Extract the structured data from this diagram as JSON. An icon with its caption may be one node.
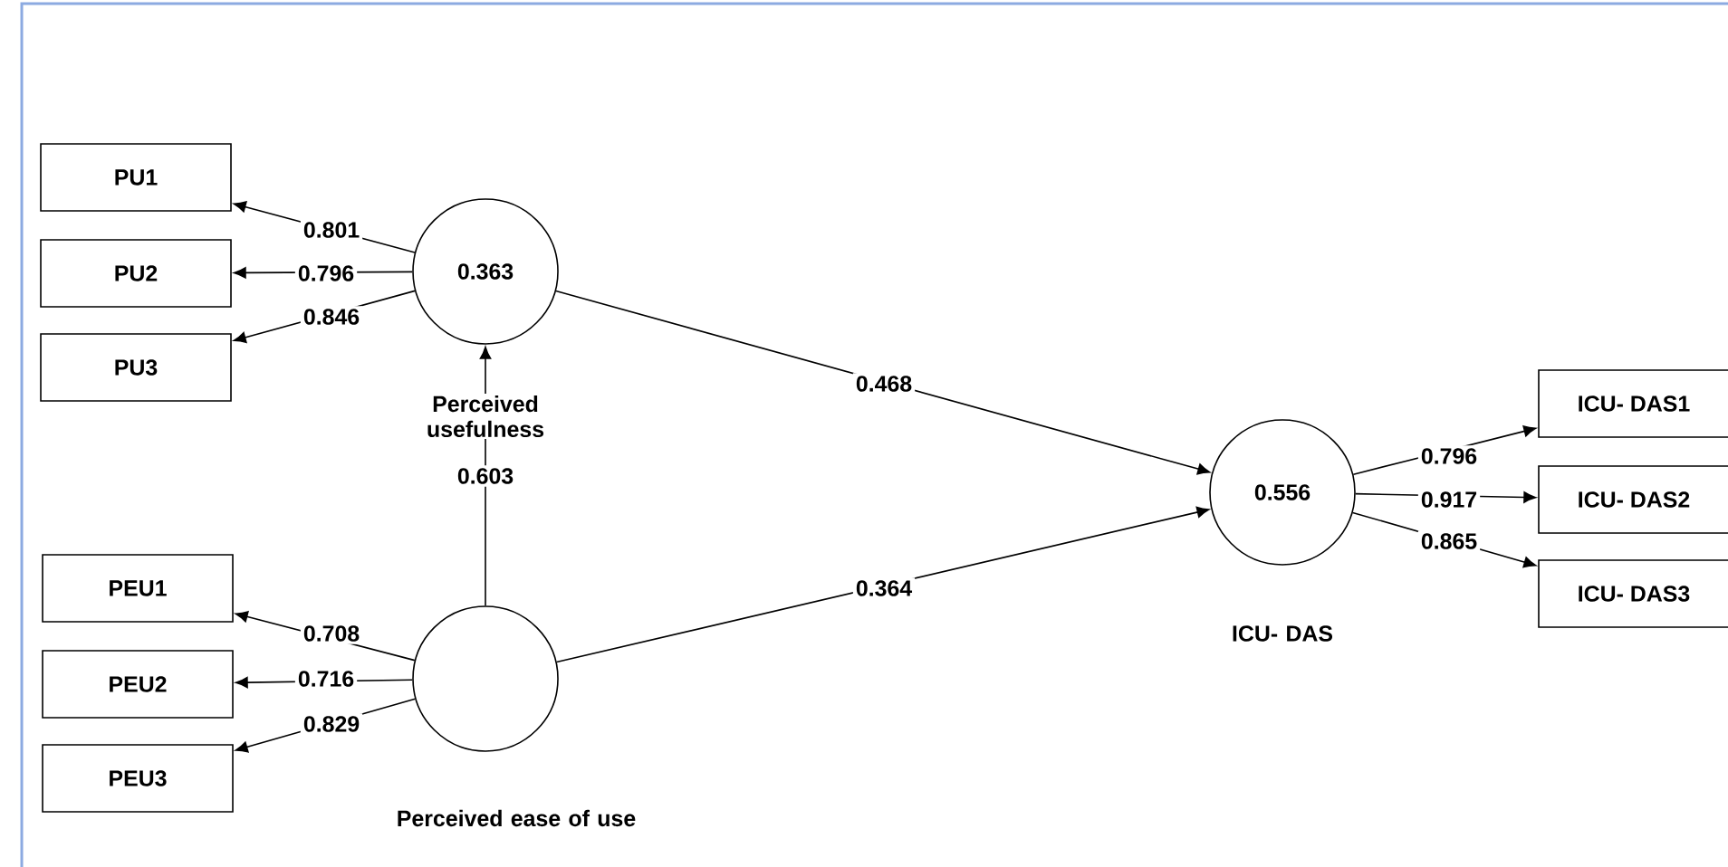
{
  "diagram": {
    "nodes": [
      {
        "text": [
          "PU1"
        ]
      },
      {
        "text": [
          "PU2"
        ]
      },
      {
        "text": [
          "PU3"
        ]
      },
      {
        "text": [
          "0.363"
        ],
        "beside": [
          "Perceived usefulness"
        ]
      },
      {
        "text": [
          "PEU1"
        ]
      },
      {
        "text": [
          "PEU2"
        ]
      },
      {
        "text": [
          "PEU3"
        ]
      },
      {
        "text": [],
        "shape": "circle",
        "beside": [
          "Perceived ease of use"
        ]
      },
      {
        "text": [
          "0.556"
        ],
        "beside": [
          "ICU- DAS"
        ]
      },
      {
        "text": [
          "ICU- DAS1"
        ]
      },
      {
        "text": [
          "ICU- DAS2"
        ]
      },
      {
        "text": [
          "ICU- DAS3"
        ]
      }
    ],
    "edges": [
      {
        "from": 3,
        "to": 0,
        "arrow": "to",
        "label": "0.801"
      },
      {
        "from": 3,
        "to": 1,
        "arrow": "to",
        "label": "0.796"
      },
      {
        "from": 3,
        "to": 2,
        "arrow": "to",
        "label": "0.846"
      },
      {
        "from": 7,
        "to": 4,
        "arrow": "to",
        "label": "0.708"
      },
      {
        "from": 7,
        "to": 5,
        "arrow": "to",
        "label": "0.716"
      },
      {
        "from": 7,
        "to": 6,
        "arrow": "to",
        "label": "0.829"
      },
      {
        "from": 7,
        "to": 3,
        "arrow": "to",
        "label": "0.603"
      },
      {
        "from": 3,
        "to": 8,
        "arrow": "to",
        "label": "0.468"
      },
      {
        "from": 7,
        "to": 8,
        "arrow": "to",
        "label": "0.364"
      },
      {
        "from": 8,
        "to": 9,
        "arrow": "to",
        "label": "0.796"
      },
      {
        "from": 8,
        "to": 10,
        "arrow": "to",
        "label": "0.917"
      },
      {
        "from": 8,
        "to": 11,
        "arrow": "to",
        "label": "0.865"
      }
    ]
  }
}
